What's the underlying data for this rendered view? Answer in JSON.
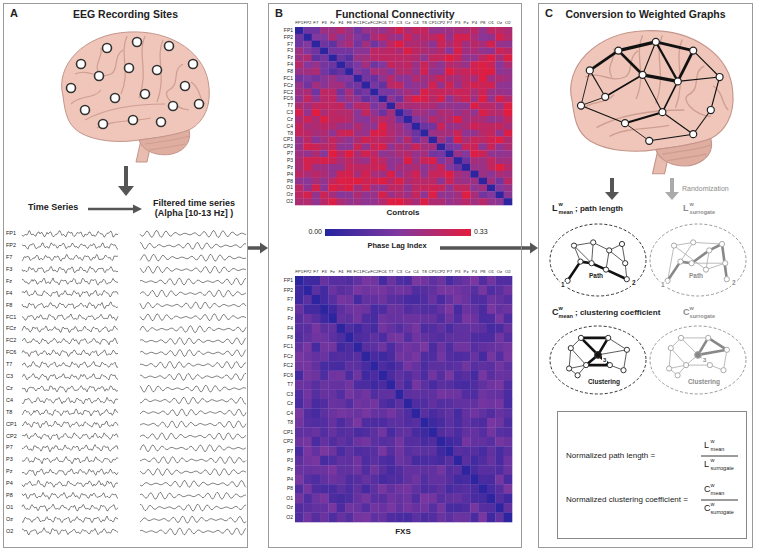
{
  "diagram": {
    "nodes": [
      {
        "text": [
          "A",
          "EEG Recording Sites"
        ]
      },
      {
        "text": [
          "B",
          "Functional Connectivity"
        ]
      },
      {
        "text": [
          "C",
          "Conversion to Weighted Graphs"
        ]
      },
      {
        "text": [
          "Normalized path length =",
          "Normalized clustering coefficient ="
        ],
        "in": 2
      }
    ],
    "edges": [
      {
        "from": 0,
        "to": 1,
        "arrow": "to"
      },
      {
        "from": 1,
        "to": 2,
        "arrow": "to"
      }
    ],
    "labels": [
      "Time Series",
      "Filtered time series (Alpha [10-13 Hz] )",
      "FP1",
      "FP2",
      "F7",
      "F3",
      "Fz",
      "F4",
      "F8",
      "FC1",
      "FCz",
      "FC2",
      "FC6",
      "T7",
      "C3",
      "Cz",
      "C4",
      "T8",
      "CP1",
      "CP2",
      "P7",
      "P3",
      "Pz",
      "P4",
      "P8",
      "O1",
      "Oz",
      "O2",
      "FP1",
      "FP2",
      "F7",
      "F3",
      "Fz",
      "F4",
      "F8",
      "FC1",
      "FCz",
      "FC2",
      "FC6",
      "T7",
      "C3",
      "Cz",
      "C4",
      "T8",
      "CP1",
      "CP2",
      "P7",
      "P3",
      "Pz",
      "P4",
      "P8",
      "O1",
      "Oz",
      "O2",
      "FP1",
      "FP2",
      "F7",
      "F3",
      "Fz",
      "F4",
      "F8",
      "FC1",
      "FCz",
      "FC2",
      "FC6",
      "T7",
      "C3",
      "Cz",
      "C4",
      "T8",
      "CP1",
      "CP2",
      "P7",
      "P3",
      "Pz",
      "P4",
      "P8",
      "O1",
      "Oz",
      "O2",
      "Controls",
      "0.00",
      "0.33",
      "Phase Lag Index",
      "FP1",
      "FP2",
      "F7",
      "F3",
      "Fz",
      "F4",
      "F8",
      "FC1",
      "FCz",
      "FC2",
      "FC6",
      "T7",
      "C3",
      "Cz",
      "C4",
      "T8",
      "CP1",
      "CP2",
      "P7",
      "P3",
      "Pz",
      "P4",
      "P8",
      "O1",
      "Oz",
      "O2",
      "FP1",
      "FP2",
      "F7",
      "F3",
      "Fz",
      "F4",
      "F8",
      "FC1",
      "FCz",
      "FC2",
      "FC6",
      "T7",
      "C3",
      "Cz",
      "C4",
      "T8",
      "CP1",
      "CP2",
      "P7",
      "P3",
      "Pz",
      "P4",
      "P8",
      "O1",
      "Oz",
      "O2",
      "FXS",
      "Randomization",
      "L",
      "w",
      "mean",
      "; path length",
      "L",
      "w",
      "surrogate",
      "Path",
      "1",
      "2",
      "Path",
      "1",
      "2",
      "C",
      "w",
      "mean",
      "; clustering coefficient",
      "C",
      "w",
      "surrogate",
      "Clustering",
      "3",
      "Clustering",
      "3",
      "L",
      "w",
      "mean",
      "L",
      "w",
      "surrogate",
      "C",
      "w",
      "mean",
      "C",
      "w",
      "surrogate"
    ]
  }
}
